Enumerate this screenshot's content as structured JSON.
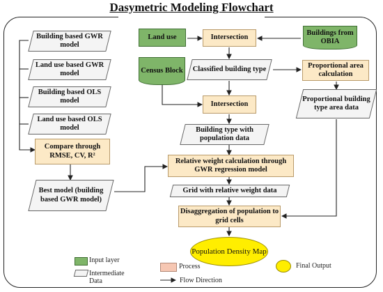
{
  "title": "Dasymetric Modeling Flowchart",
  "left_models": [
    "Building based GWR model",
    "Land use based GWR model",
    "Building based OLS model",
    "Land use based OLS model"
  ],
  "compare": {
    "line1": "Compare through",
    "line2": "RMSE, CV, R²"
  },
  "best_model": "Best model (building based GWR model)",
  "land_use": "Land use",
  "intersection_top": "Intersection",
  "buildings_obia": "Buildings from OBIA",
  "census_block": "Census Block",
  "classified": "Classified building type",
  "proportional_calc": "Proportional area calculation",
  "proportional_data": "Proportional building type area data",
  "intersection_mid": "Intersection",
  "building_type_pop": "Building type with population data",
  "relative_weight": "Relative weight calculation through GWR regression model",
  "grid_weight": "Grid with relative weight data",
  "disaggregation": "Disaggregation of population to grid cells",
  "output": "Population Density Map",
  "legend": {
    "input": "Input layer",
    "intermediate": "Intermediate Data",
    "process": "Process",
    "flow": "Flow Direction",
    "final": "Final Output"
  },
  "colors": {
    "input": "#7fb569",
    "process": "#fce9c6",
    "output": "#ffee00",
    "intermediate": "#f4f4f4"
  }
}
